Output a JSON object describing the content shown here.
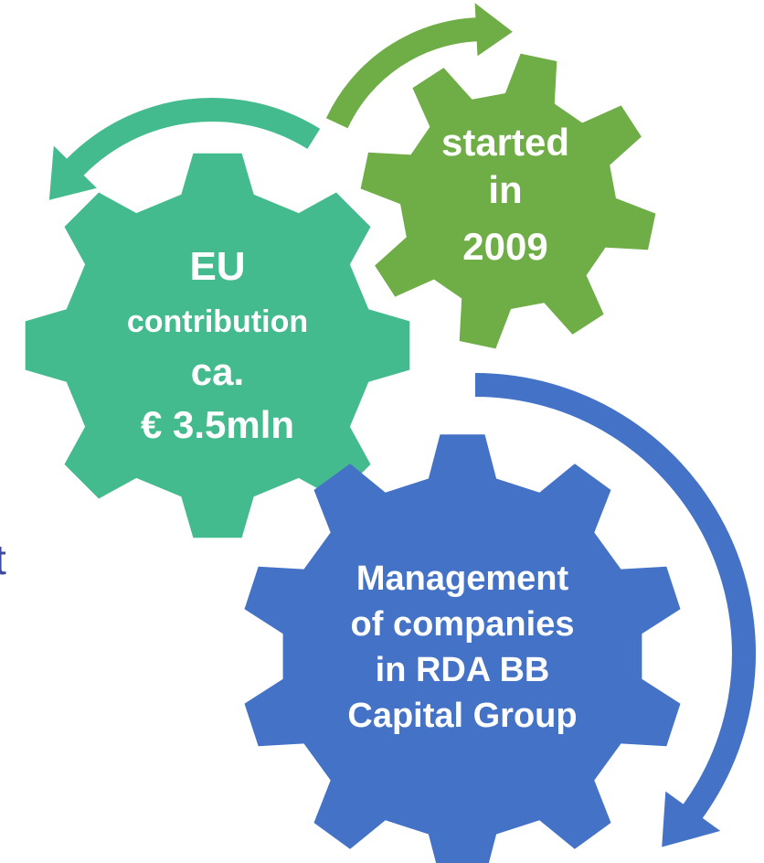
{
  "colors": {
    "teal": "#44bb8e",
    "green": "#6fad47",
    "blue": "#4472c7",
    "edge_text": "#3c4aa0"
  },
  "edge_fragment": "t",
  "gears": {
    "eu": {
      "lines": [
        "EU",
        "contribution",
        "ca.",
        "€ 3.5mln"
      ]
    },
    "started": {
      "lines": [
        "started",
        "in",
        "2009"
      ]
    },
    "management": {
      "lines": [
        "Management",
        "of companies",
        "in RDA BB",
        "Capital Group"
      ]
    }
  },
  "arrows": {
    "teal_arrow_icon": "curved-arrow-left",
    "green_arrow_icon": "curved-arrow-right",
    "blue_arrow_icon": "curved-arrow-down"
  }
}
